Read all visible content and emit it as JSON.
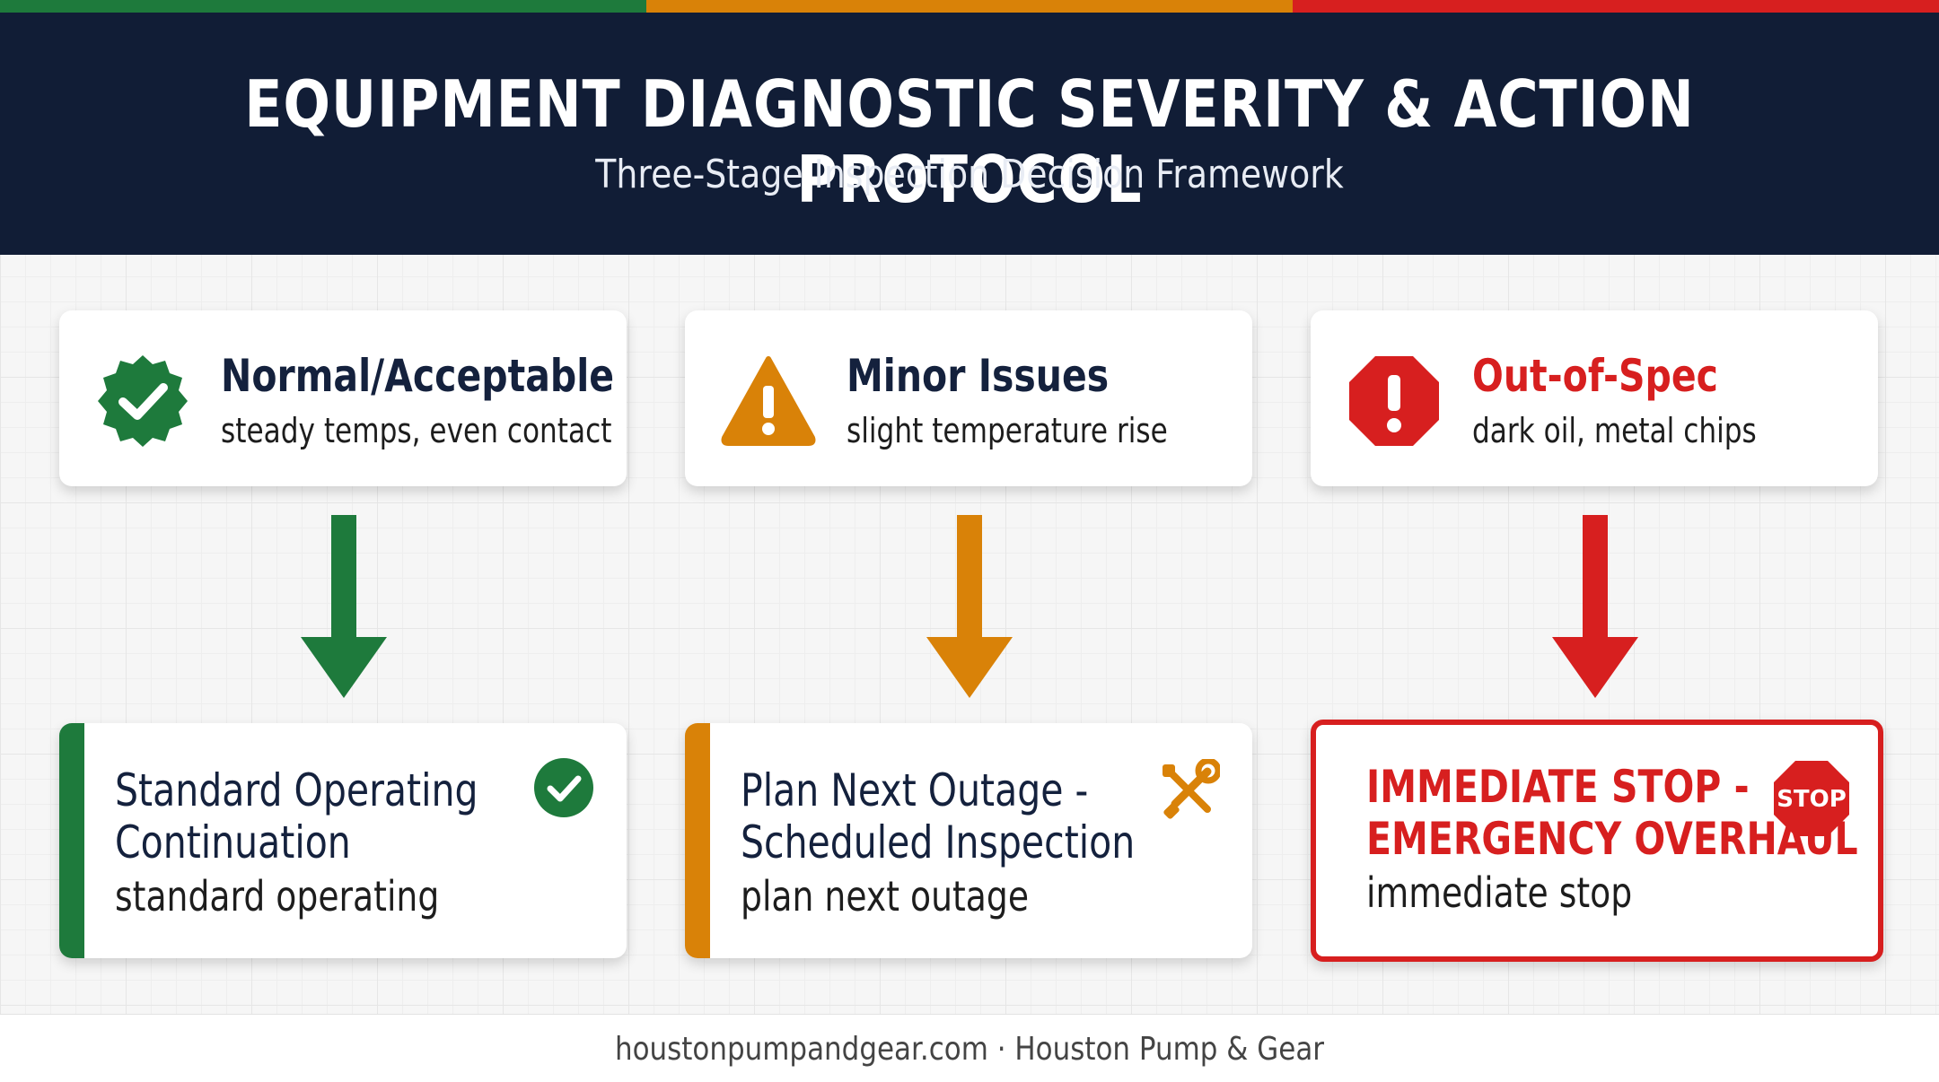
{
  "colors": {
    "green": "#1e7a3c",
    "orange": "#d98208",
    "red": "#d71f1f",
    "navy": "#111d36"
  },
  "header": {
    "title": "EQUIPMENT DIAGNOSTIC SEVERITY & ACTION PROTOCOL",
    "subtitle": "Three-Stage Inspection Decision Framework"
  },
  "stages": [
    {
      "icon": "check-badge-icon",
      "condition": {
        "title": "Normal/Acceptable",
        "detail": "steady temps, even contact"
      },
      "action": {
        "title_line1": "Standard Operating",
        "title_line2": "Continuation",
        "detail": "standard operating",
        "icon": "check-circle-icon"
      }
    },
    {
      "icon": "warning-triangle-icon",
      "condition": {
        "title": "Minor Issues",
        "detail": "slight temperature rise"
      },
      "action": {
        "title_line1": "Plan Next Outage -",
        "title_line2": "Scheduled Inspection",
        "detail": "plan next outage",
        "icon": "tools-icon"
      }
    },
    {
      "icon": "alert-octagon-icon",
      "condition": {
        "title": "Out-of-Spec",
        "detail": "dark oil, metal chips"
      },
      "action": {
        "title_line1": "IMMEDIATE STOP -",
        "title_line2": "EMERGENCY OVERHAUL",
        "detail": "immediate stop",
        "icon": "stop-sign-icon",
        "icon_text": "STOP"
      }
    }
  ],
  "footer": {
    "text": "houstonpumpandgear.com · Houston Pump & Gear"
  }
}
